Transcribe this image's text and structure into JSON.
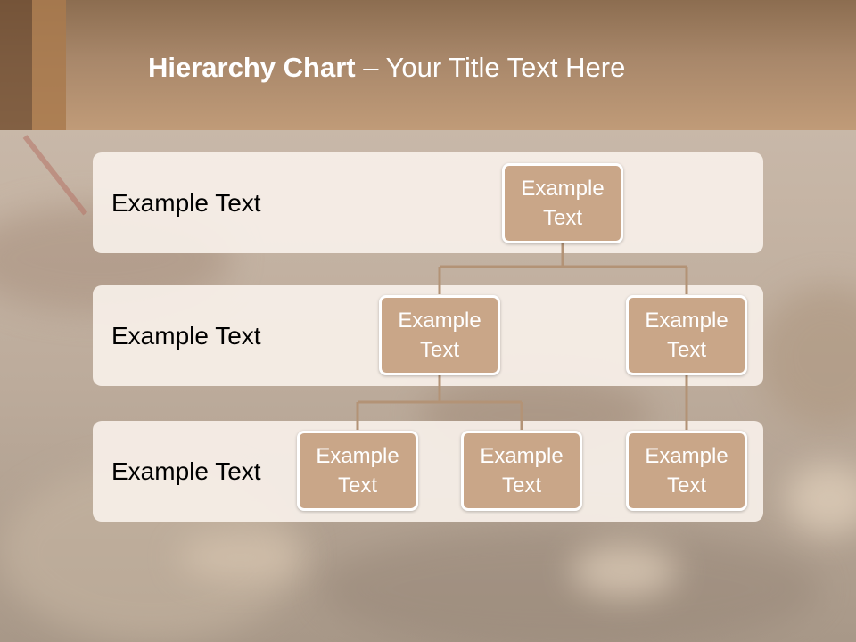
{
  "title": {
    "bold": "Hierarchy Chart",
    "rest": " – Your Title Text Here"
  },
  "rows": [
    {
      "label": "Example Text"
    },
    {
      "label": "Example Text"
    },
    {
      "label": "Example Text"
    }
  ],
  "nodes": {
    "root": "Example Text",
    "level2_left": "Example Text",
    "level2_right": "Example Text",
    "level3_a": "Example Text",
    "level3_b": "Example Text",
    "level3_c": "Example Text"
  },
  "colors": {
    "node_fill": "#c9a688",
    "node_border": "#ffffff",
    "connector": "#b39376",
    "row_fill": "#f7f0e9",
    "header": "#b08a66"
  }
}
